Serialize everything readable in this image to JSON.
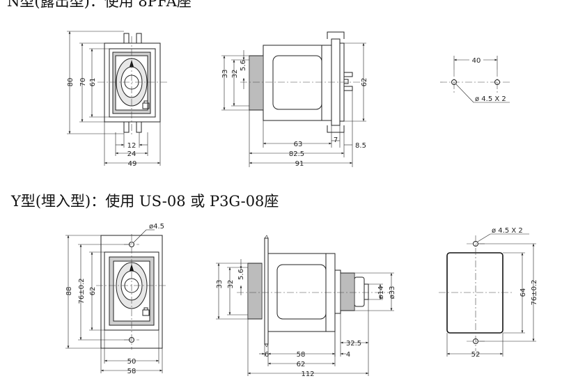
{
  "headings": {
    "n_type": "N型(露出型)：使用 8PFA座",
    "y_type": "Y型(埋入型)：使用 US-08 或 P3G-08座"
  },
  "n_front": {
    "height_outer": "80",
    "height_mid": "70",
    "height_inner": "61",
    "w12": "12",
    "w24": "24",
    "w49": "49"
  },
  "n_side": {
    "h33": "33",
    "h32": "32",
    "h5_6": "5.6",
    "h62": "62",
    "d63": "63",
    "d82_5": "82.5",
    "d91": "91",
    "d7": "7",
    "d8_5": "8.5"
  },
  "n_holes": {
    "spacing": "40",
    "hole_note": "ø 4.5 X 2"
  },
  "y_front": {
    "hole_label": "ø4.5",
    "h88": "88",
    "h76": "76±0.2",
    "h62": "62",
    "w50": "50",
    "w58": "58"
  },
  "y_side": {
    "h33": "33",
    "h32": "32",
    "h5_6": "5.6",
    "d14": "ø14",
    "d33": "ø33",
    "d32_5": "32.5",
    "d6": "6",
    "d58": "58",
    "d4": "4",
    "d62": "62",
    "d112": "112"
  },
  "y_cutout": {
    "hole_note": "ø 4.5 X 2",
    "h64": "64",
    "h76": "76±0.2",
    "w52": "52"
  }
}
